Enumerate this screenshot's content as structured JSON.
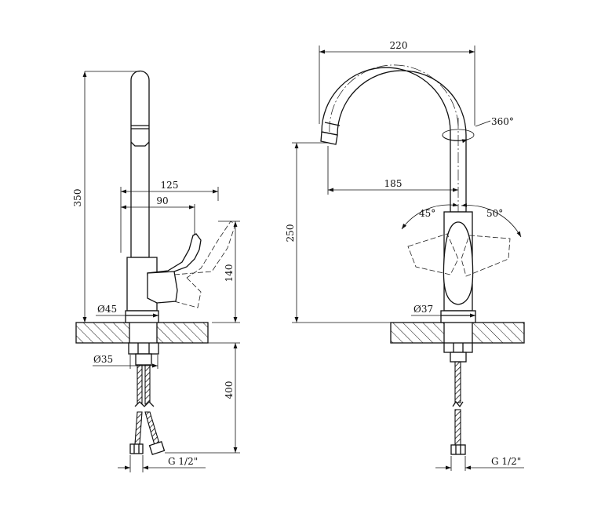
{
  "side_view": {
    "height_350": "350",
    "reach_125": "125",
    "reach_90": "90",
    "handle_140": "140",
    "base_diameter": "Ø45",
    "shank_diameter": "Ø35",
    "hose_length": "400",
    "hose_thread": "G 1/2\""
  },
  "front_view": {
    "width_220": "220",
    "rotation": "360°",
    "spout_reach_185": "185",
    "spout_height_250": "250",
    "angle_left": "45°",
    "angle_right": "50°",
    "base_diameter": "Ø37",
    "hose_thread": "G 1/2\""
  }
}
